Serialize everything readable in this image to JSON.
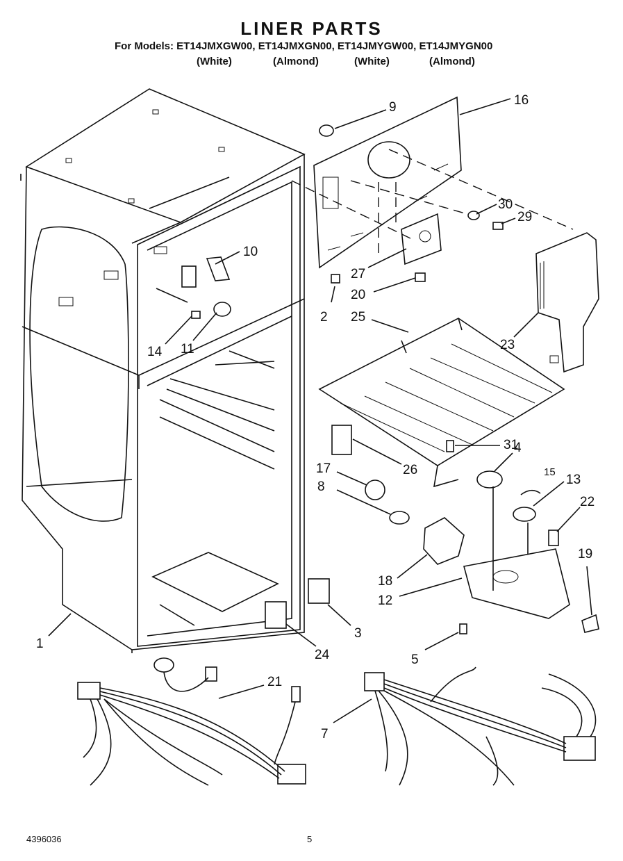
{
  "header": {
    "title": "LINER PARTS",
    "models_line": "For Models: ET14JMXGW00, ET14JMXGN00, ET14JMYGW00, ET14JMYGN00",
    "finishes": [
      "(White)",
      "(Almond)",
      "(White)",
      "(Almond)"
    ]
  },
  "callouts": [
    "9",
    "16",
    "10",
    "30",
    "29",
    "27",
    "20",
    "2",
    "14",
    "11",
    "25",
    "23",
    "31",
    "4",
    "26",
    "17",
    "8",
    "15",
    "13",
    "22",
    "19",
    "18",
    "12",
    "3",
    "24",
    "1",
    "5",
    "21",
    "7"
  ],
  "footer": {
    "doc_number": "4396036",
    "page_number": "5"
  }
}
